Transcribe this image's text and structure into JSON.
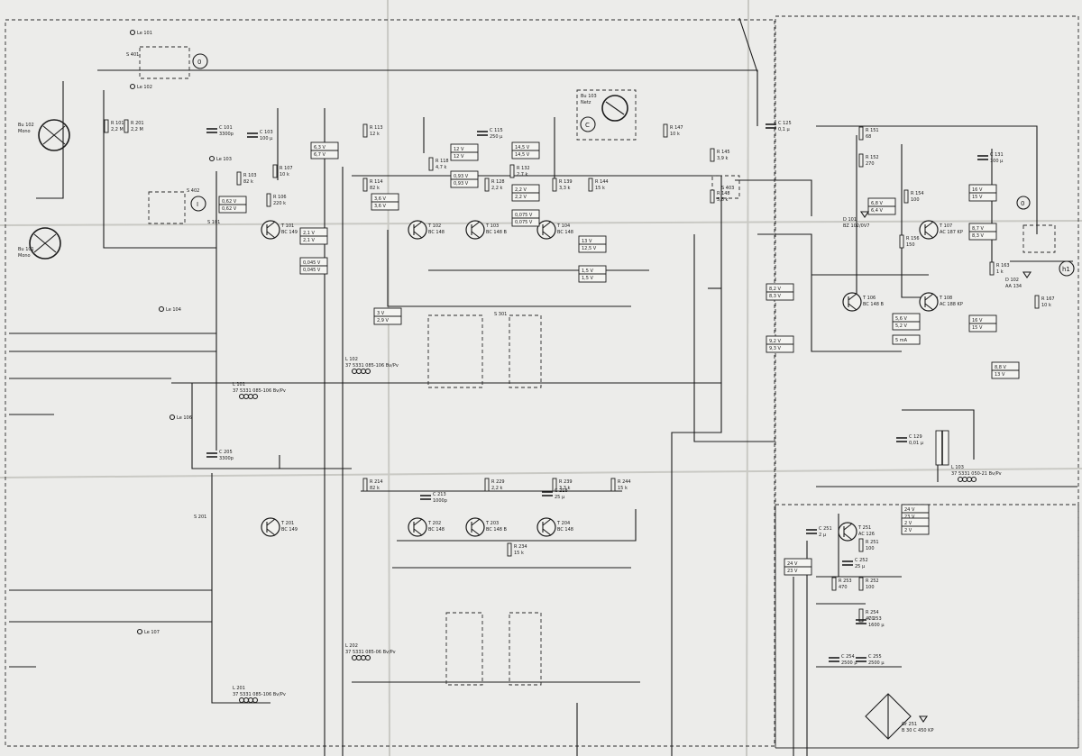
{
  "transistors": [
    {
      "ref": "T 101",
      "type": "BC 149"
    },
    {
      "ref": "T 102",
      "type": "BC 148"
    },
    {
      "ref": "T 103",
      "type": "BC 148 B"
    },
    {
      "ref": "T 104",
      "type": "BC 148"
    },
    {
      "ref": "T 107",
      "type": "AC 187 KP"
    },
    {
      "ref": "T 108",
      "type": "AC 188 KP"
    },
    {
      "ref": "T 106",
      "type": "BC 148 B"
    },
    {
      "ref": "T 201",
      "type": "BC 149"
    },
    {
      "ref": "T 202",
      "type": "BC 148"
    },
    {
      "ref": "T 203",
      "type": "BC 148 B"
    },
    {
      "ref": "T 204",
      "type": "BC 148"
    },
    {
      "ref": "T 251",
      "type": "AC 126"
    }
  ],
  "resistors": [
    {
      "ref": "R 101",
      "value": "2,2 M"
    },
    {
      "ref": "R 201",
      "value": "2,2 M"
    },
    {
      "ref": "R 103",
      "value": "82 k"
    },
    {
      "ref": "R 107",
      "value": "10 k"
    },
    {
      "ref": "R 106",
      "value": "220 k"
    },
    {
      "ref": "R 113",
      "value": "12 k"
    },
    {
      "ref": "R 114",
      "value": "82 k"
    },
    {
      "ref": "R 118",
      "value": "4,7 k"
    },
    {
      "ref": "R 128",
      "value": "2,2 k"
    },
    {
      "ref": "R 132",
      "value": "2,7 k"
    },
    {
      "ref": "R 139",
      "value": "3,3 k"
    },
    {
      "ref": "R 144",
      "value": "15 k"
    },
    {
      "ref": "R 147",
      "value": "10 k"
    },
    {
      "ref": "R 145",
      "value": "3,9 k"
    },
    {
      "ref": "R 148",
      "value": "5,6 k"
    },
    {
      "ref": "R 151",
      "value": "68"
    },
    {
      "ref": "R 152",
      "value": "270"
    },
    {
      "ref": "R 154",
      "value": "100"
    },
    {
      "ref": "R 156",
      "value": "150"
    },
    {
      "ref": "R 163",
      "value": "1 k"
    },
    {
      "ref": "R 167",
      "value": "10 k"
    },
    {
      "ref": "R 214",
      "value": "82 k"
    },
    {
      "ref": "R 229",
      "value": "2,2 k"
    },
    {
      "ref": "R 239",
      "value": "3,3 k"
    },
    {
      "ref": "R 244",
      "value": "15 k"
    },
    {
      "ref": "R 234",
      "value": "15 k"
    },
    {
      "ref": "R 251",
      "value": "100"
    },
    {
      "ref": "R 253",
      "value": "470"
    },
    {
      "ref": "R 252",
      "value": "100"
    },
    {
      "ref": "R 254",
      "value": "470"
    }
  ],
  "capacitors": [
    {
      "ref": "C 101",
      "value": "3300p"
    },
    {
      "ref": "C 103",
      "value": "100 µ"
    },
    {
      "ref": "C 115",
      "value": "250 µ"
    },
    {
      "ref": "C 125",
      "value": "0,1 µ"
    },
    {
      "ref": "C 131",
      "value": "100 µ"
    },
    {
      "ref": "C 129",
      "value": "0,01 µ"
    },
    {
      "ref": "C 205",
      "value": "3300p"
    },
    {
      "ref": "C 213",
      "value": "1000p"
    },
    {
      "ref": "C 218",
      "value": "25 µ"
    },
    {
      "ref": "C 251",
      "value": "2 µ"
    },
    {
      "ref": "C 252",
      "value": "25 µ"
    },
    {
      "ref": "C 253",
      "value": "1600 µ"
    },
    {
      "ref": "C 254",
      "value": "2500 µ"
    },
    {
      "ref": "C 255",
      "value": "2500 µ"
    }
  ],
  "connectors": [
    {
      "ref": "Bu 102",
      "name": "Mono"
    },
    {
      "ref": "Bu 101",
      "name": "Mono"
    },
    {
      "ref": "Bu 103",
      "name": "Netz"
    }
  ],
  "diodes": [
    {
      "ref": "D 101",
      "type": "BZ 102/0V7"
    },
    {
      "ref": "D 102",
      "type": "AA 134"
    },
    {
      "ref": "Gr 251",
      "type": "B 30 C 450 KP"
    }
  ],
  "switches": [
    "S 401",
    "S 402",
    "S 403",
    "S 101",
    "S 201",
    "S 301"
  ],
  "jacks": [
    "Le 101",
    "Le 102",
    "Le 103",
    "Le 104",
    "Le 106",
    "Le 107"
  ],
  "inductors": [
    {
      "ref": "L 101",
      "part": "37 5331 085-106 Bv/Pv"
    },
    {
      "ref": "L 201",
      "part": "37 5331 085-106 Bv/Pv"
    },
    {
      "ref": "L 102",
      "part": "37 5331 085-106 Bv/Pv"
    },
    {
      "ref": "L 202",
      "part": "37 5331 085-06 Bv/Pv"
    },
    {
      "ref": "L 103",
      "part": "37 5331 050-21 Bv/Pv"
    }
  ],
  "voltages": [
    {
      "id": "v1",
      "lines": [
        "6,3 V",
        "6,7 V"
      ]
    },
    {
      "id": "v2",
      "lines": [
        "0,62 V",
        "0,62 V"
      ]
    },
    {
      "id": "v3",
      "lines": [
        "2,1 V",
        "2,1 V"
      ]
    },
    {
      "id": "v4",
      "lines": [
        "0,045 V",
        "0,045 V"
      ]
    },
    {
      "id": "v5",
      "lines": [
        "3,6 V",
        "3,6 V"
      ]
    },
    {
      "id": "v6",
      "lines": [
        "12 V",
        "12 V"
      ]
    },
    {
      "id": "v7",
      "lines": [
        "0,93 V",
        "0,93 V"
      ]
    },
    {
      "id": "v8",
      "lines": [
        "14,5 V",
        "14,5 V"
      ]
    },
    {
      "id": "v9",
      "lines": [
        "2,2 V",
        "2,2 V"
      ]
    },
    {
      "id": "v10",
      "lines": [
        "0,075 V",
        "0,075 V"
      ]
    },
    {
      "id": "v11",
      "lines": [
        "13 V",
        "12,5 V"
      ]
    },
    {
      "id": "v12",
      "lines": [
        "1,5 V",
        "1,5 V"
      ]
    },
    {
      "id": "v13",
      "lines": [
        "3 V",
        "2,9 V"
      ]
    },
    {
      "id": "v14",
      "lines": [
        "16 V",
        "15 V"
      ]
    },
    {
      "id": "v15",
      "lines": [
        "6,8 V",
        "6,4 V"
      ]
    },
    {
      "id": "v16",
      "lines": [
        "8,7 V",
        "8,3 V"
      ]
    },
    {
      "id": "v17",
      "lines": [
        "5,6 V",
        "5,2 V"
      ]
    },
    {
      "id": "v18",
      "lines": [
        "16 V",
        "15 V"
      ]
    },
    {
      "id": "v19",
      "lines": [
        "5 mA"
      ]
    },
    {
      "id": "v20",
      "lines": [
        "8,2 V",
        "8,3 V"
      ]
    },
    {
      "id": "v21",
      "lines": [
        "9,2 V",
        "9,3 V"
      ]
    },
    {
      "id": "v22",
      "lines": [
        "8,8 V",
        "13 V"
      ]
    },
    {
      "id": "v23",
      "lines": [
        "24 V",
        "23 V"
      ]
    },
    {
      "id": "v24",
      "lines": [
        "24 V",
        "23 V"
      ]
    },
    {
      "id": "v25",
      "lines": [
        "2 V",
        "2 V"
      ]
    }
  ],
  "markers": [
    "0",
    "I",
    "C",
    "0",
    "h1"
  ]
}
